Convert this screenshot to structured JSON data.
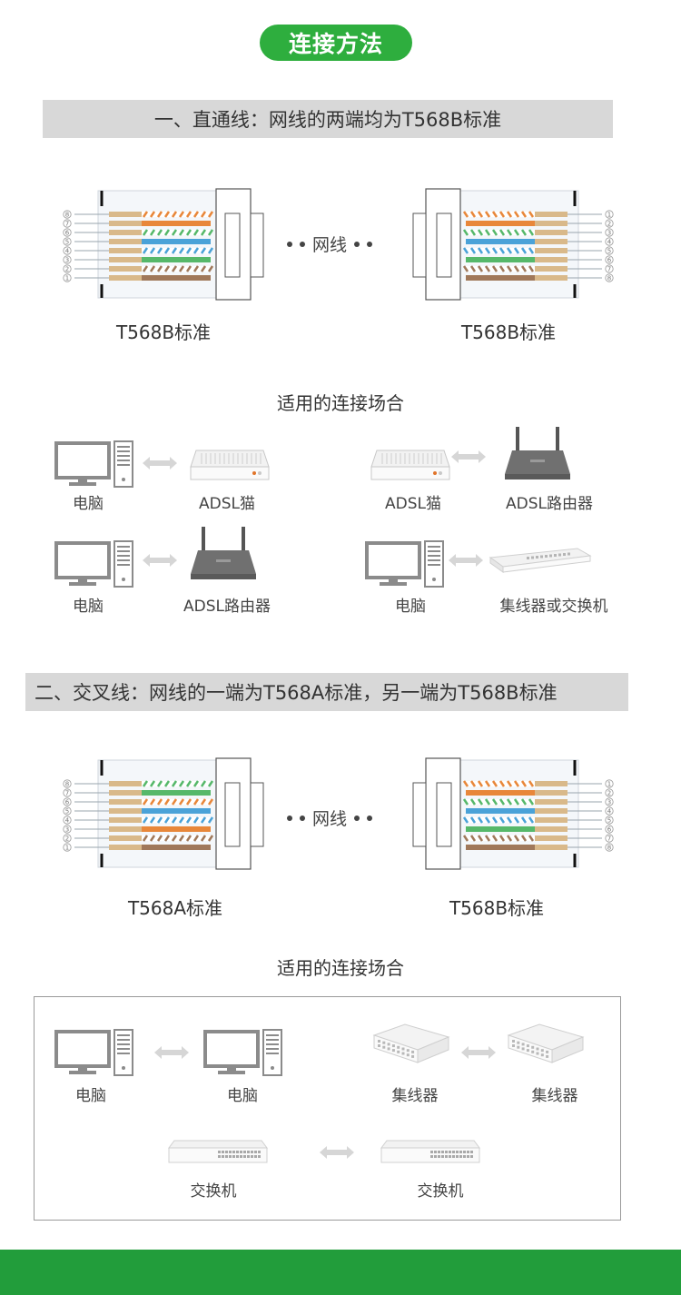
{
  "header": {
    "title": "连接方法"
  },
  "colors": {
    "accent_green": "#2eae3e",
    "footer_green": "#229d3b",
    "band_gray": "#d8d8d8"
  },
  "straight": {
    "heading": "一、直通线：网线的两端均为T568B标准",
    "cable_label": "网线",
    "left_standard": "T568B标准",
    "right_standard": "T568B标准",
    "pin_numbers": [
      "1",
      "2",
      "3",
      "4",
      "5",
      "6",
      "7",
      "8"
    ],
    "scenarios_title": "适用的连接场合",
    "pairs": [
      {
        "a": "电脑",
        "b": "ADSL猫",
        "a_icon": "computer-icon",
        "b_icon": "modem-icon"
      },
      {
        "a": "ADSL猫",
        "b": "ADSL路由器",
        "a_icon": "modem-icon",
        "b_icon": "router-icon"
      },
      {
        "a": "电脑",
        "b": "ADSL路由器",
        "a_icon": "computer-icon",
        "b_icon": "router-icon"
      },
      {
        "a": "电脑",
        "b": "集线器或交换机",
        "a_icon": "computer-icon",
        "b_icon": "switch-icon"
      }
    ]
  },
  "crossover": {
    "heading": "二、交叉线：网线的一端为T568A标准，另一端为T568B标准",
    "cable_label": "网线",
    "left_standard": "T568A标准",
    "right_standard": "T568B标准",
    "scenarios_title": "适用的连接场合",
    "pairs": [
      {
        "a": "电脑",
        "b": "电脑",
        "a_icon": "computer-icon",
        "b_icon": "computer-icon"
      },
      {
        "a": "集线器",
        "b": "集线器",
        "a_icon": "hub-icon",
        "b_icon": "hub-icon"
      },
      {
        "a": "交换机",
        "b": "交换机",
        "a_icon": "switch-icon",
        "b_icon": "switch-icon"
      }
    ]
  }
}
